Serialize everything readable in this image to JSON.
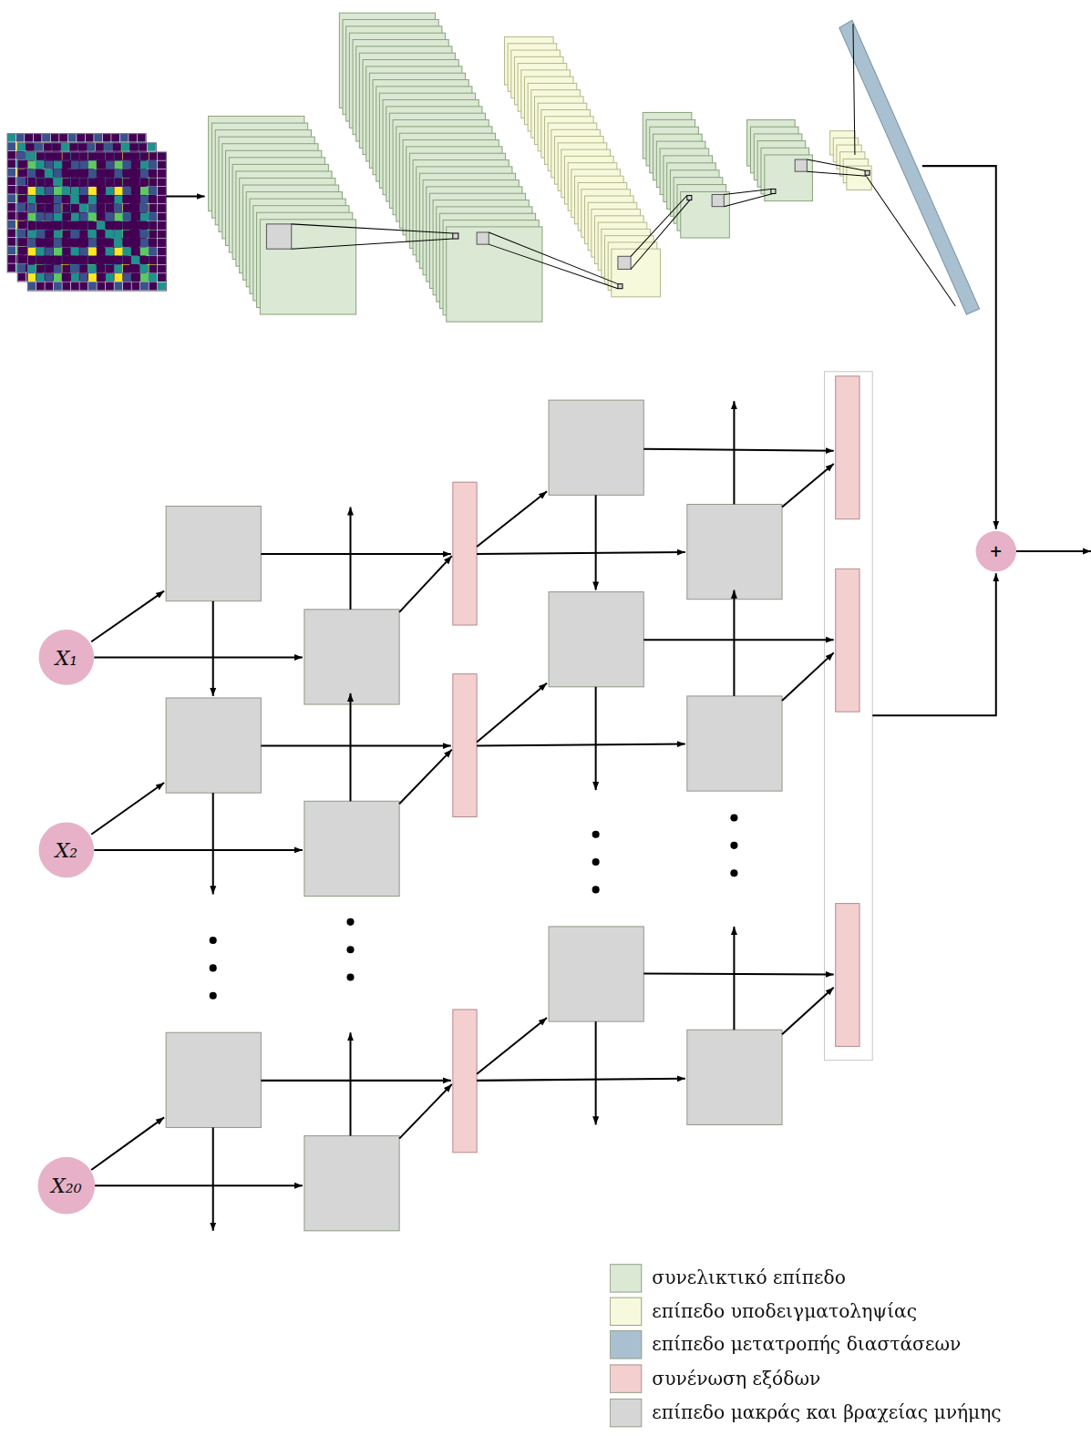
{
  "diagram": {
    "nodes": [
      {
        "text": [
          "X₁"
        ]
      },
      {
        "text": [
          "X₂"
        ]
      },
      {
        "text": [
          "X₂₀"
        ]
      },
      {
        "text": [
          "+"
        ]
      }
    ],
    "legend": [
      {
        "text": "συνελικτικό επίπεδο",
        "color": "#dae8d4"
      },
      {
        "text": "επίπεδο υποδειγματοληψίας",
        "color": "#f7f9dc"
      },
      {
        "text": "επίπεδο μετατροπής διαστάσεων",
        "color": "#a9c0d1"
      },
      {
        "text": "συνένωση εξόδων",
        "color": "#f4cfd0"
      },
      {
        "text": "επίπεδο μακράς και βραχείας μνήμης",
        "color": "#d6d6d6"
      }
    ]
  }
}
